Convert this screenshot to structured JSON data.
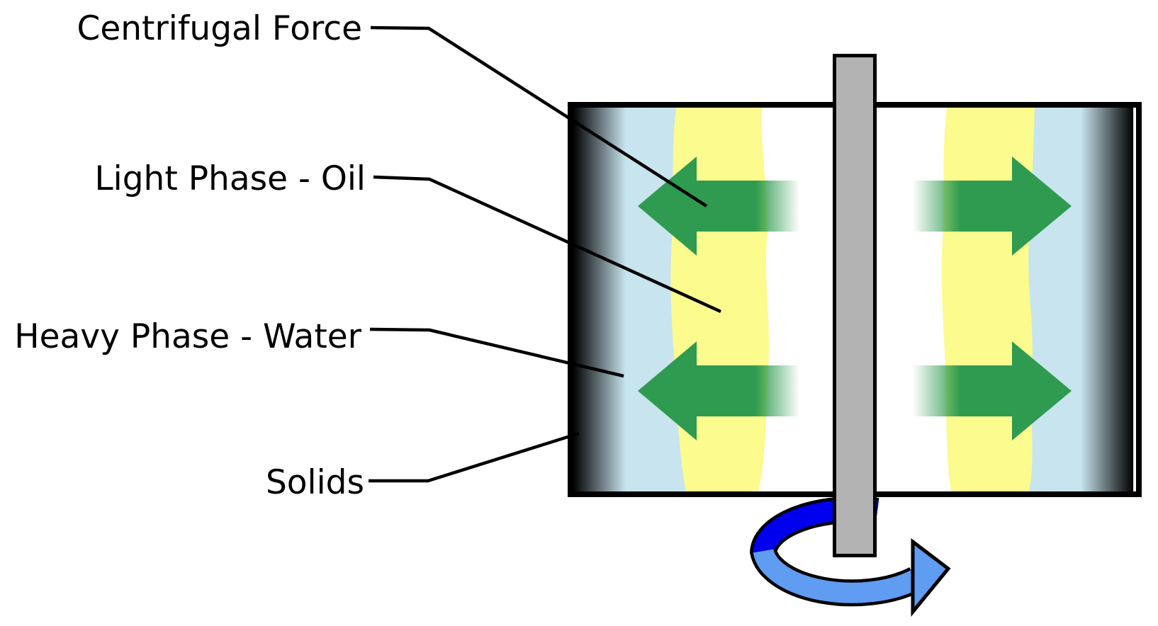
{
  "diagram": {
    "labels": {
      "centrifugal_force": "Centrifugal Force",
      "light_phase": "Light Phase - Oil",
      "heavy_phase": "Heavy Phase - Water",
      "solids": "Solids"
    },
    "colors": {
      "background": "#FFFFFF",
      "outline_black": "#000000",
      "water_blue": "#C8E4EE",
      "oil_yellow": "#FBFB8E",
      "solids_dark": "#000000",
      "arrow_green": "#2E9B50",
      "shaft_gray": "#B3B3B3",
      "rotation_front_blue": "#5F9CF2",
      "rotation_back_blue": "#0000EE"
    }
  }
}
